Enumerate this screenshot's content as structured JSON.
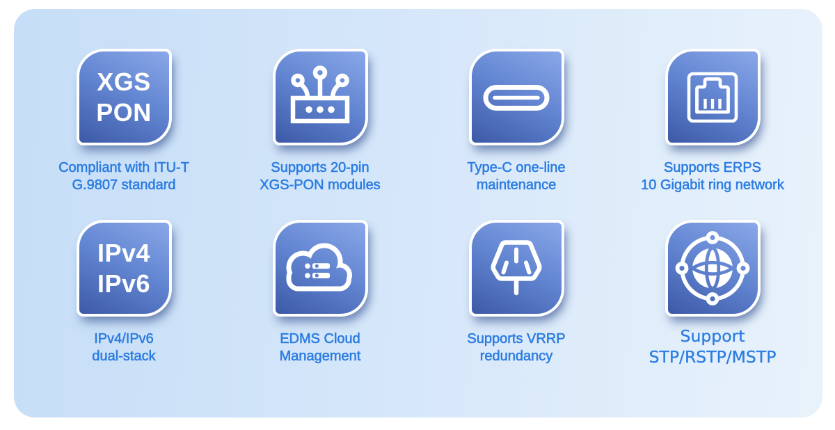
{
  "card": {
    "bg_gradient_from": "#c7def7",
    "bg_gradient_to": "#e9f2fc",
    "tile_gradient_top": "#8aa6e6",
    "tile_gradient_bottom": "#3d5fae",
    "caption_color": "#2b7ce2",
    "tile_text_color": "#ffffff"
  },
  "tiles": [
    {
      "badge_line1": "XGS",
      "badge_line2": "PON",
      "caption_line1": "Compliant with ITU-T",
      "caption_line2": "G.9807 standard"
    },
    {
      "icon": "fiber-module-icon",
      "caption_line1": "Supports 20-pin",
      "caption_line2": "XGS-PON modules"
    },
    {
      "icon": "type-c-connector-icon",
      "caption_line1": "Type-C one-line",
      "caption_line2": "maintenance"
    },
    {
      "icon": "ethernet-port-icon",
      "caption_line1": "Supports ERPS",
      "caption_line2": "10 Gigabit ring network"
    },
    {
      "badge_line1": "IPv4",
      "badge_line2": "IPv6",
      "caption_line1": "IPv4/IPv6",
      "caption_line2": "dual-stack"
    },
    {
      "icon": "cloud-management-icon",
      "caption_line1": "EDMS Cloud",
      "caption_line2": "Management"
    },
    {
      "icon": "power-plug-icon",
      "caption_line1": "Supports VRRP",
      "caption_line2": "redundancy"
    },
    {
      "icon": "globe-network-icon",
      "caption_line1": "Support",
      "caption_line2": "STP/RSTP/MSTP"
    }
  ]
}
